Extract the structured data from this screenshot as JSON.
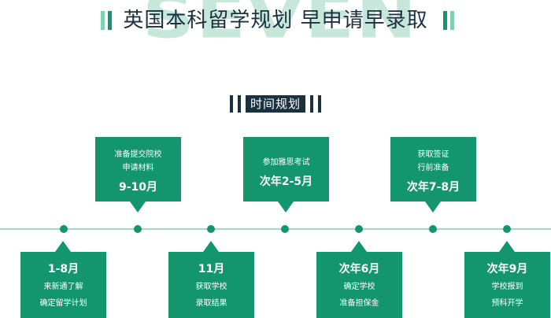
{
  "watermark": "SEVEN",
  "title": "英国本科留学规划 早申请早录取",
  "subtitle": "时间规划",
  "colors": {
    "accent": "#13966e",
    "accent_light": "#7fd0b2",
    "dark": "#1b3140",
    "watermark": "#c7e7da"
  },
  "top_cards": [
    {
      "desc1": "准备提交院校",
      "desc2": "申请材料",
      "date": "9-10月"
    },
    {
      "desc1": "参加雅思考试",
      "desc2": "",
      "date": "次年2-5月"
    },
    {
      "desc1": "获取签证",
      "desc2": "行前准备",
      "date": "次年7-8月"
    }
  ],
  "bottom_cards": [
    {
      "date": "1-8月",
      "desc1": "来新通了解",
      "desc2": "确定留学计划"
    },
    {
      "date": "11月",
      "desc1": "获取学校",
      "desc2": "录取结果"
    },
    {
      "date": "次年6月",
      "desc1": "确定学校",
      "desc2": "准备担保金"
    },
    {
      "date": "次年9月",
      "desc1": "学校报到",
      "desc2": "预科开学"
    }
  ]
}
